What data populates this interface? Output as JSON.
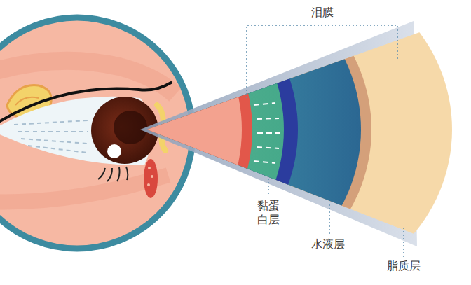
{
  "diagram": {
    "labels": [
      "泪膜",
      "黏蛋 白层",
      "水液层",
      "脂质层"
    ]
  }
}
